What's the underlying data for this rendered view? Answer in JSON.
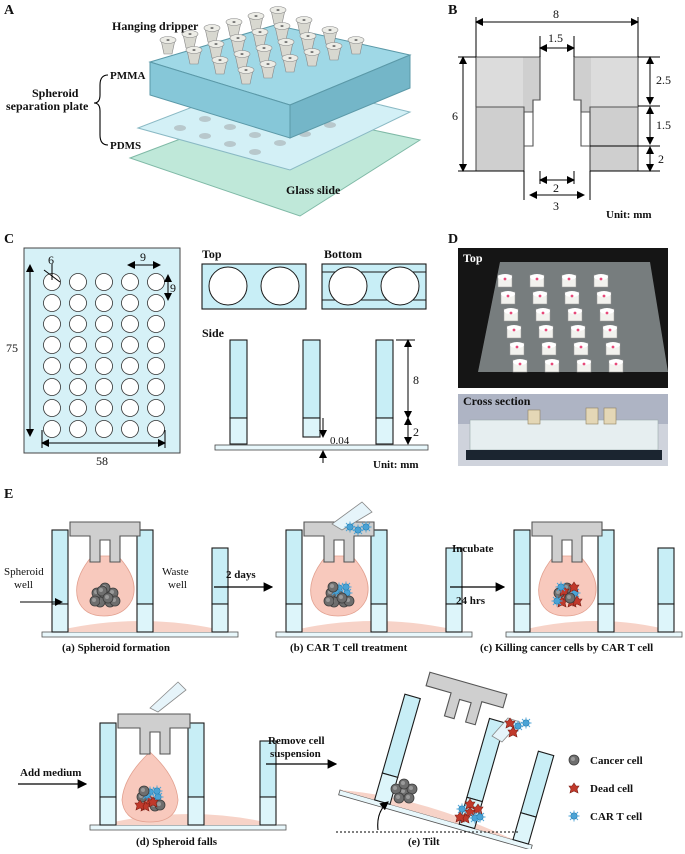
{
  "panels": {
    "A": {
      "letter": "A",
      "labels": {
        "hanging_dripper": "Hanging dripper",
        "pmma": "PMMA",
        "pdms": "PDMS",
        "spheroid_line1": "Spheroid",
        "spheroid_line2": "separation plate",
        "glass_slide": "Glass slide"
      }
    },
    "B": {
      "letter": "B",
      "dims": {
        "top_width": "8",
        "throat": "1.5",
        "height_total": "6",
        "h_upper": "2.5",
        "h_mid": "1.5",
        "h_low": "2",
        "inner": "2",
        "outer": "3"
      },
      "unit": "Unit: mm"
    },
    "C": {
      "letter": "C",
      "dims": {
        "well_dia": "6",
        "pitch_x": "9",
        "pitch_y": "9",
        "height": "75",
        "width": "58",
        "side_h8": "8",
        "side_h2": "2",
        "gap": "0.04"
      },
      "view_top": "Top",
      "view_bottom": "Bottom",
      "view_side": "Side",
      "unit": "Unit: mm"
    },
    "D": {
      "letter": "D",
      "photo_top": "Top",
      "photo_cross": "Cross section"
    },
    "E": {
      "letter": "E",
      "steps": {
        "a": "(a) Spheroid formation",
        "b": "(b) CAR T cell treatment",
        "c": "(c) Killing cancer cells by CAR T cell",
        "d": "(d) Spheroid falls",
        "e": "(e) Tilt"
      },
      "well_labels": {
        "spheroid_1": "Spheroid",
        "spheroid_2": "well",
        "waste_1": "Waste",
        "waste_2": "well"
      },
      "arrows": {
        "two_days": "2 days",
        "incubate": "Incubate",
        "hrs24": "24 hrs",
        "add_medium": "Add medium",
        "remove_1": "Remove cell",
        "remove_2": "suspension"
      },
      "legend": {
        "cancer": "Cancer cell",
        "dead": "Dead cell",
        "cart": "CAR T cell"
      }
    }
  },
  "colors": {
    "well_cyan": "#c8eef6",
    "dripper_gray": "#cfcfcf",
    "medium_pink": "#f8c9bd",
    "cancer_gray": "#6e6e6e",
    "dead_red": "#c0392b",
    "cart_blue": "#4aa3d6"
  }
}
